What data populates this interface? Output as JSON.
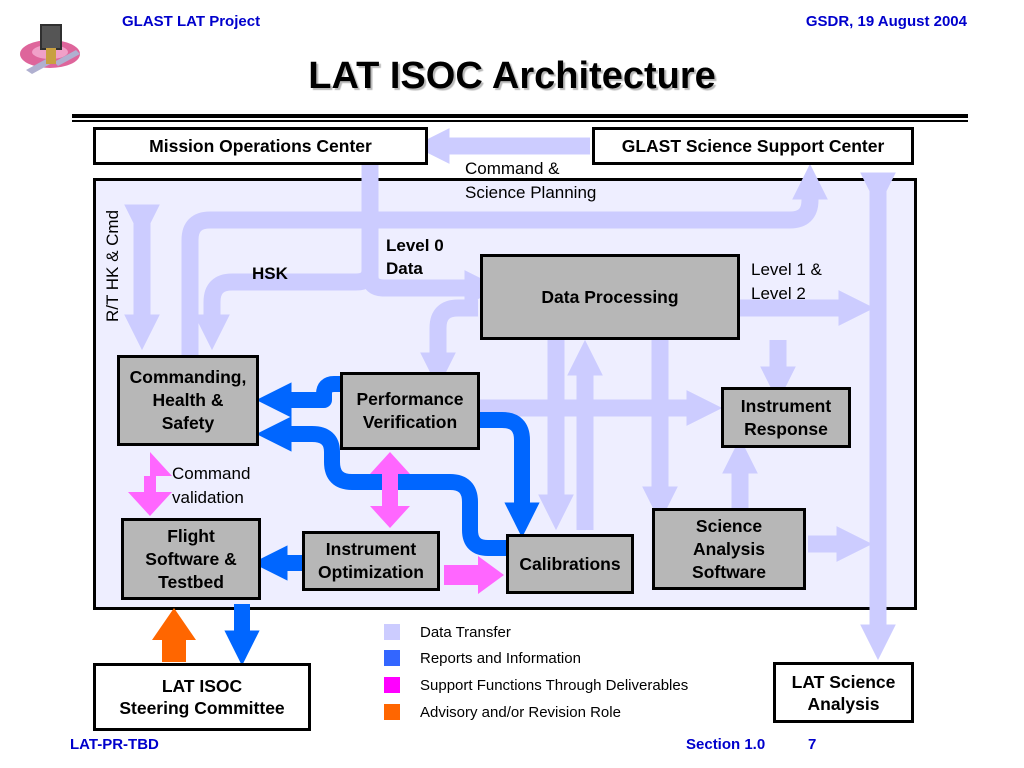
{
  "header": {
    "left": "GLAST LAT Project",
    "right": "GSDR, 19 August 2004"
  },
  "title": "LAT ISOC Architecture",
  "boxes": {
    "moc": "Mission Operations Center",
    "gssc": "GLAST Science Support Center",
    "data_processing": "Data Processing",
    "commanding": "Commanding,\nHealth &\nSafety",
    "perf_verification": "Performance\nVerification",
    "instrument_response": "Instrument\nResponse",
    "flight_software": "Flight\nSoftware &\nTestbed",
    "instrument_optimization": "Instrument\nOptimization",
    "calibrations": "Calibrations",
    "science_analysis_software": "Science\nAnalysis\nSoftware",
    "steering_committee": "LAT ISOC\nSteering Committee",
    "lat_science_analysis": "LAT Science\nAnalysis"
  },
  "labels": {
    "command_planning": "Command &\nScience Planning",
    "level0": "Level 0\nData",
    "hsk": "HSK",
    "level12": "Level 1 &\nLevel 2",
    "rt_hk_cmd": "R/T  HK & Cmd",
    "command_validation": "Command\nvalidation"
  },
  "legend": [
    {
      "label": "Data Transfer",
      "color": "#ccccff"
    },
    {
      "label": "Reports and Information",
      "color": "#3366ff"
    },
    {
      "label": "Support Functions Through Deliverables",
      "color": "#ff00ff"
    },
    {
      "label": "Advisory and/or Revision Role",
      "color": "#ff6600"
    }
  ],
  "colors": {
    "data_transfer": "#ccccff",
    "reports": "#0066ff",
    "support": "#ff66ff",
    "advisory": "#ff6600",
    "header_text": "#0000cc"
  },
  "footer": {
    "left": "LAT-PR-TBD",
    "section": "Section 1.0",
    "page": "7"
  }
}
